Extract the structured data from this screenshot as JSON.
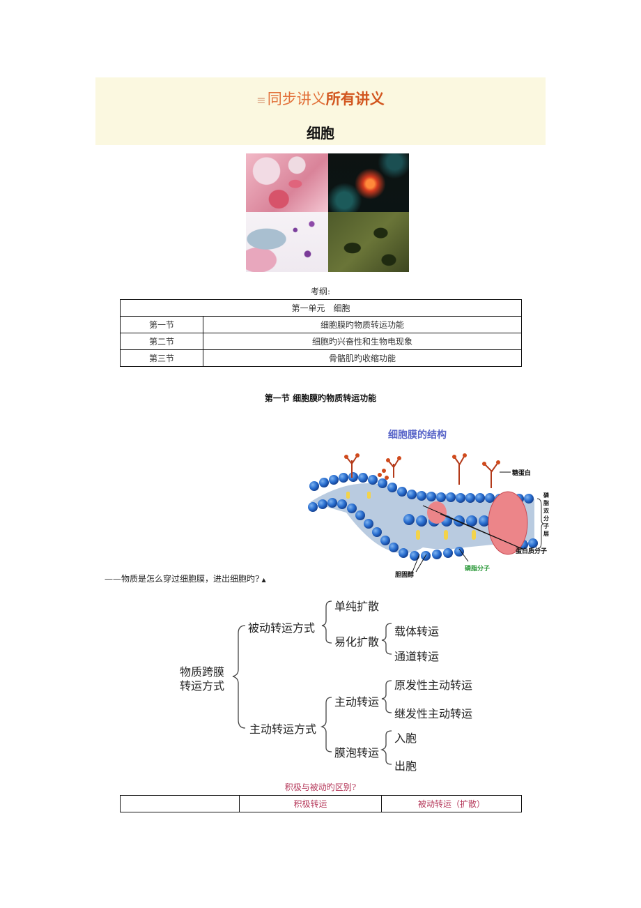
{
  "banner": {
    "menu_glyph": "≡",
    "title_normal": "同步讲义",
    "title_bold": "所有讲义",
    "subtitle": "细胞",
    "background_color": "#fbf8e0",
    "accent_color": "#e2713a"
  },
  "cell_images": [
    {
      "name": "blood-cells-image",
      "description": "white and red blood cells"
    },
    {
      "name": "neuron-image",
      "description": "neuron cell"
    },
    {
      "name": "epithelial-cells-image",
      "description": "stained epithelial cells"
    },
    {
      "name": "tissue-cells-image",
      "description": "green tissue micrograph"
    }
  ],
  "syllabus": {
    "label": "考纲:",
    "unit_header": "第一单元　细胞",
    "rows": [
      {
        "section": "第一节",
        "topic": "细胞膜旳物质转运功能"
      },
      {
        "section": "第二节",
        "topic": "细胞旳兴奋性和生物电现象"
      },
      {
        "section": "第三节",
        "topic": "骨骼肌旳收缩功能"
      }
    ]
  },
  "section_heading": "第一节  细胞膜旳物质转运功能",
  "membrane_diagram": {
    "title": "细胞膜的结构",
    "labels": {
      "glycoprotein": "糖蛋白",
      "lipid_bilayer": "磷脂双分子层",
      "protein": "蛋白质分子",
      "phospholipid": "磷脂分子",
      "cholesterol": "胆固醇"
    }
  },
  "question": {
    "text": "——物质是怎么穿过细胞膜，进出细胞旳?",
    "marker": "▲"
  },
  "transport_tree": {
    "root": [
      "物质跨膜",
      "转运方式"
    ],
    "passive": {
      "label": "被动转运方式",
      "children": [
        {
          "label": "单纯扩散"
        },
        {
          "label": "易化扩散",
          "children": [
            "载体转运",
            "通道转运"
          ]
        }
      ]
    },
    "active": {
      "label": "主动转运方式",
      "children": [
        {
          "label": "主动转运",
          "children": [
            "原发性主动转运",
            "继发性主动转运"
          ]
        },
        {
          "label": "膜泡转运",
          "children": [
            "入胞",
            "出胞"
          ]
        }
      ]
    }
  },
  "comparison": {
    "title": "积极与被动旳区别?",
    "headers": [
      "",
      "积极转运",
      "被动转运（扩散）"
    ],
    "text_color": "#b5385a"
  }
}
